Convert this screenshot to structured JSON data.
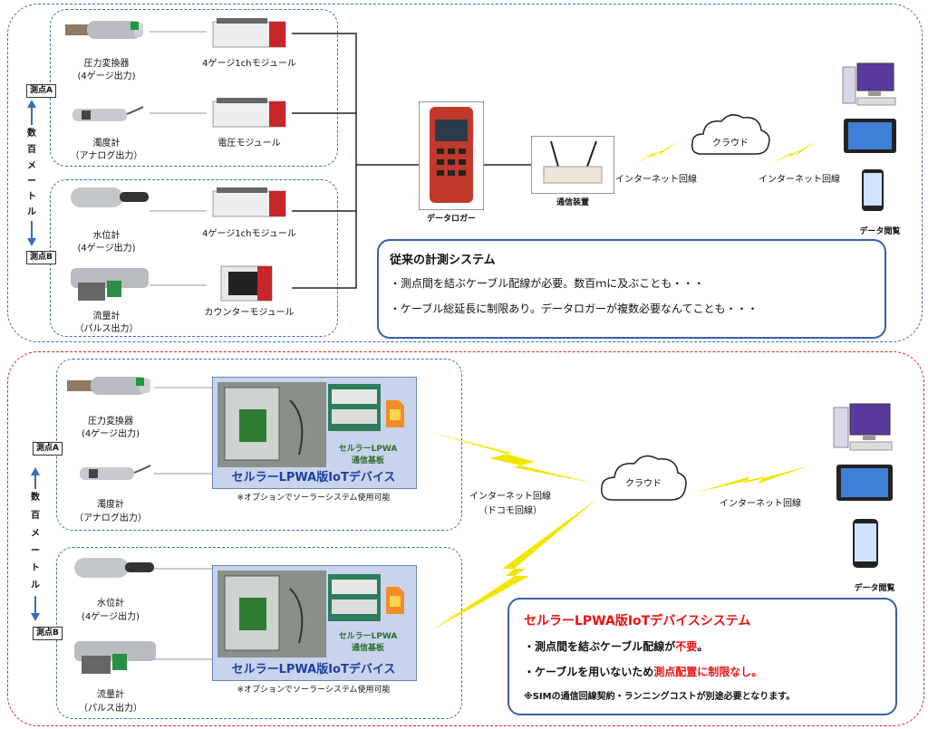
{
  "top": {
    "sensors": [
      {
        "name": "圧力変換器",
        "sub": "(4ゲージ出力)"
      },
      {
        "name": "濁度計",
        "sub": "（アナログ出力）"
      },
      {
        "name": "水位計",
        "sub": "(4ゲージ出力)"
      },
      {
        "name": "流量計",
        "sub": "（パルス出力）"
      }
    ],
    "modules": [
      "4ゲージ1chモジュール",
      "電圧モジュール",
      "4ゲージ1chモジュール",
      "カウンターモジュール"
    ],
    "point_a": "測点A",
    "point_b": "測点B",
    "distance": [
      "数",
      "百",
      "メ",
      "ー",
      "ト",
      "ル"
    ],
    "datalogger": "データロガー",
    "comm": "通信装置",
    "internet1": "インターネット回線",
    "internet2": "インターネット回線",
    "cloud": "クラウド",
    "view": "データ閲覧",
    "box": {
      "title": "従来の計測システム",
      "line1": "・測点間を結ぶケーブル配線が必要。数百ｍに及ぶことも・・・",
      "line2": "・ケーブル総延長に制限あり。データロガーが複数必要なんてことも・・・"
    }
  },
  "bottom": {
    "sensors": [
      {
        "name": "圧力変換器",
        "sub": "(4ゲージ出力)"
      },
      {
        "name": "濁度計",
        "sub": "（アナログ出力）"
      },
      {
        "name": "水位計",
        "sub": "(4ゲージ出力)"
      },
      {
        "name": "流量計",
        "sub": "（パルス出力）"
      }
    ],
    "point_a": "測点A",
    "point_b": "測点B",
    "distance": [
      "数",
      "百",
      "メ",
      "ー",
      "ト",
      "ル"
    ],
    "device_title": "セルラーLPWA版IoTデバイス",
    "device_board_line1": "セルラーLPWA",
    "device_board_line2": "通信基板",
    "device_option": "※オプションでソーラーシステム使用可能",
    "internet_left": "インターネット回線",
    "internet_left_sub": "（ドコモ回線）",
    "internet_right": "インターネット回線",
    "cloud": "クラウド",
    "view": "データ閲覧",
    "box": {
      "title": "セルラーLPWA版IoTデバイスシステム",
      "line1_pre": "・測点間を結ぶケーブル配線が",
      "line1_red": "不要",
      "line1_post": "。",
      "line2_pre": "・ケーブルを用いないため",
      "line2_red": "測点配置に制限なし。",
      "line3": "※SIMの通信回線契約・ランニングコストが別途必要となります。"
    }
  },
  "colors": {
    "blue_dash": "#3b6cb7",
    "red_dash": "#d8232a",
    "accent_red": "#e11",
    "bolt": "#f2e600"
  }
}
